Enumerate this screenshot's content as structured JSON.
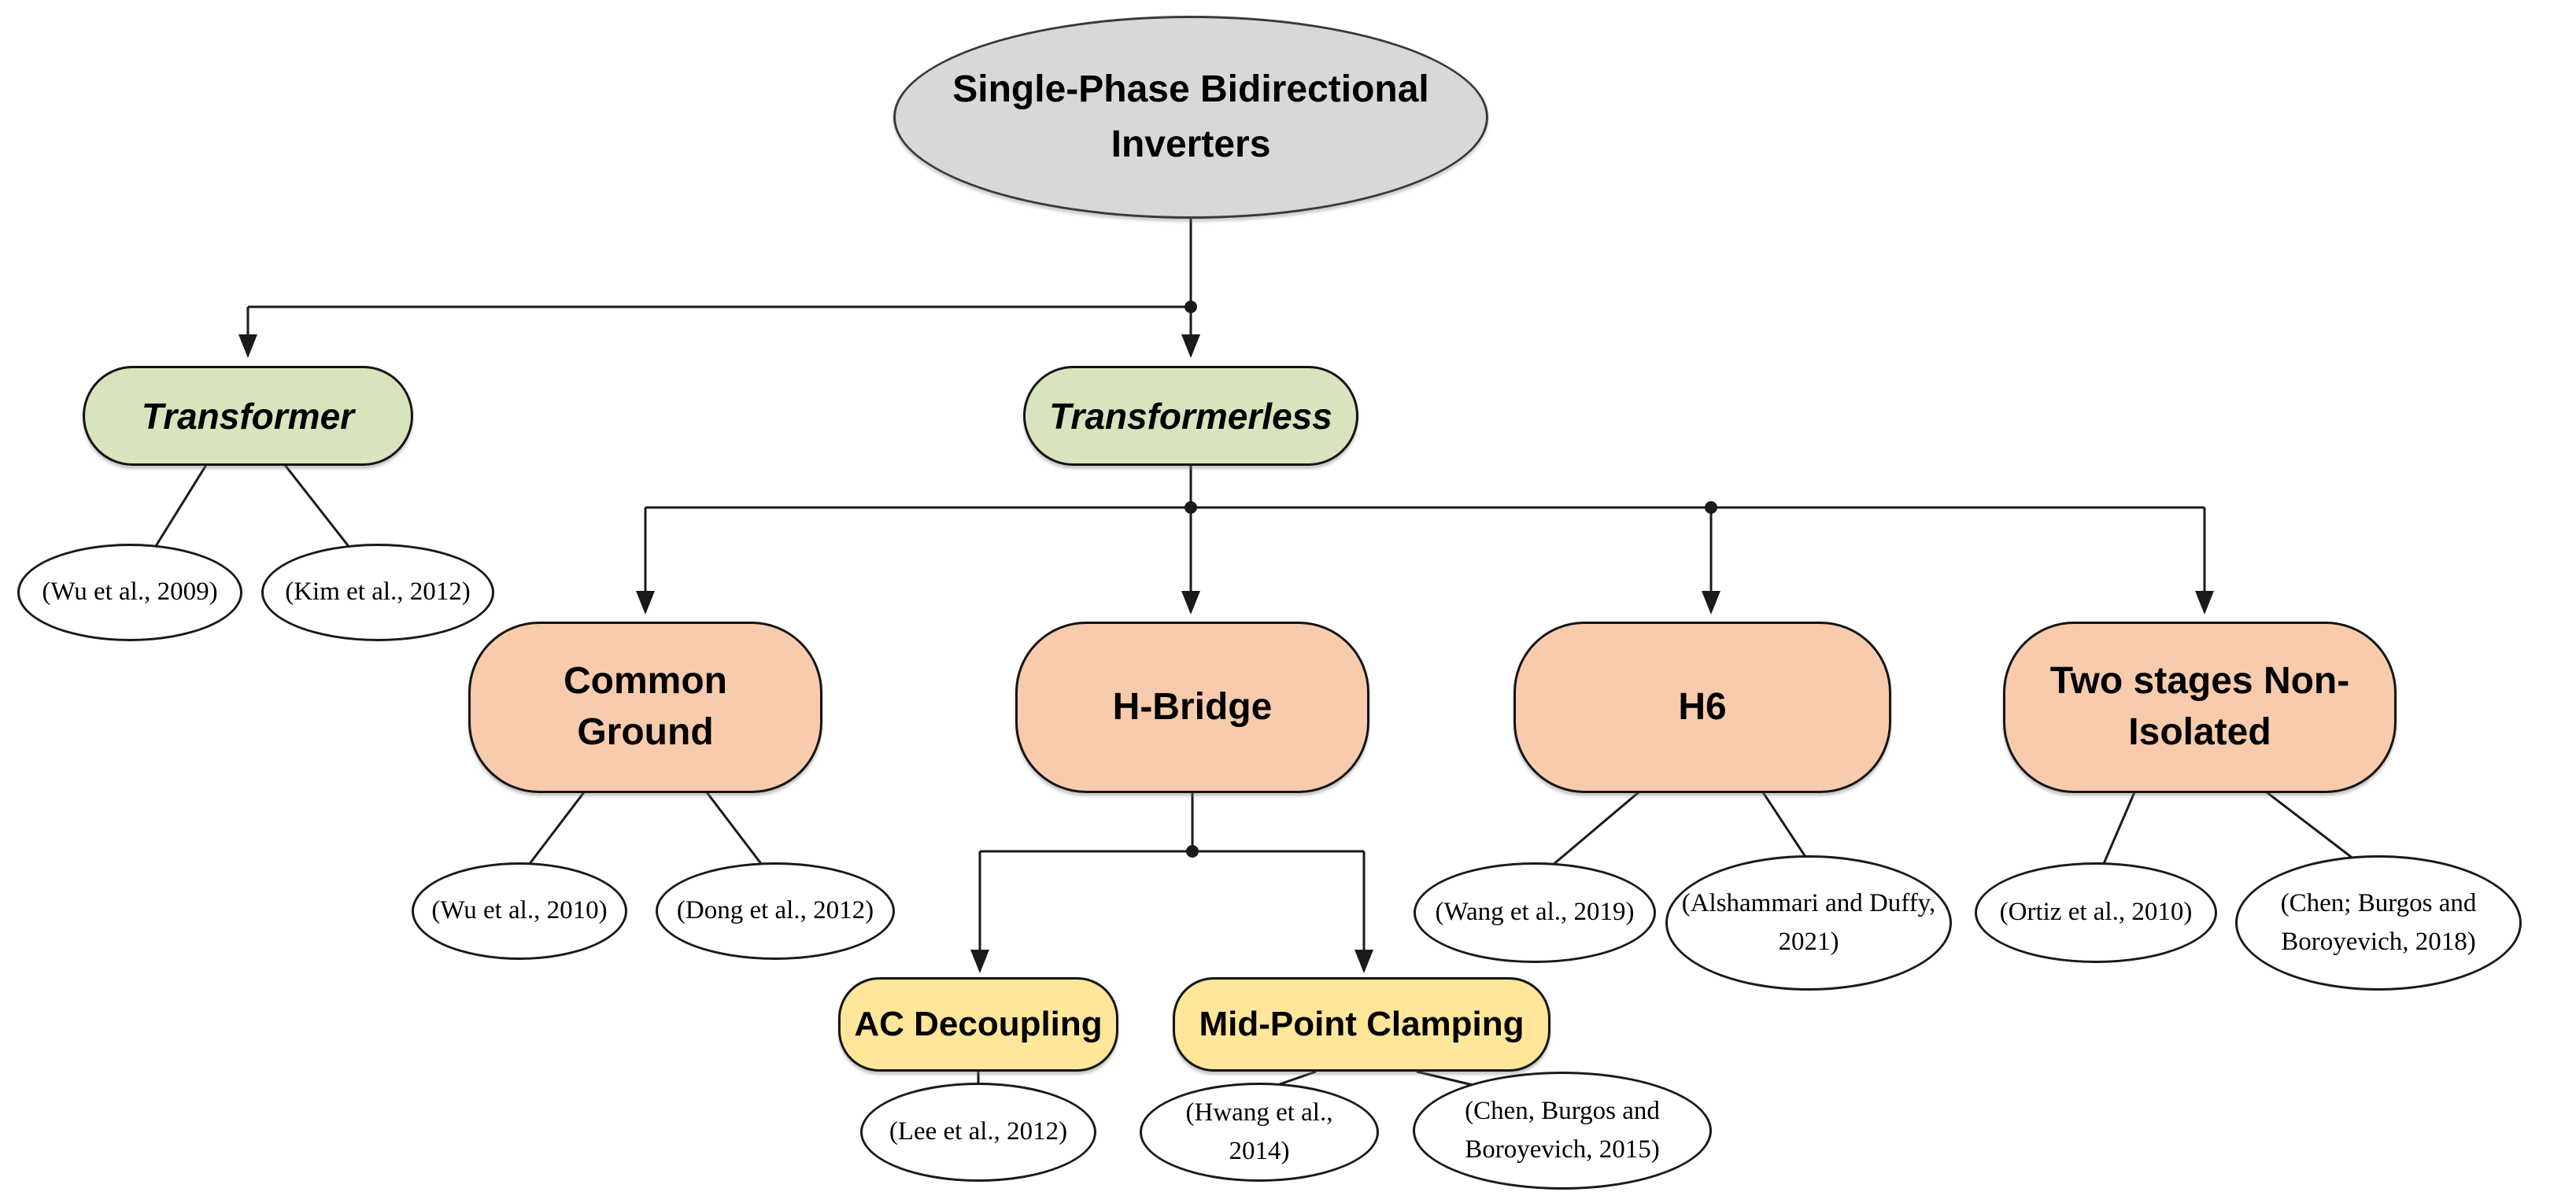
{
  "palette": {
    "root_fill": "#d8d8d8",
    "level1_fill": "#d7e4bd",
    "level2_fill": "#f8cbad",
    "level3_fill": "#ffe699",
    "leaf_fill": "#ffffff",
    "line": "#1a1a1a"
  },
  "nodes": {
    "root": {
      "label": "Single-Phase Bidirectional Inverters"
    },
    "transformer": {
      "label": "Transformer"
    },
    "transformerless": {
      "label": "Transformerless"
    },
    "common_ground": {
      "label": "Common Ground"
    },
    "h_bridge": {
      "label": "H-Bridge"
    },
    "h6": {
      "label": "H6"
    },
    "two_stages_non_isolated": {
      "label": "Two stages Non-Isolated"
    },
    "ac_decoupling": {
      "label": "AC Decoupling"
    },
    "mid_point_clamping": {
      "label": "Mid-Point Clamping"
    },
    "ref_wu_2009": {
      "label": "(Wu et al., 2009)"
    },
    "ref_kim_2012": {
      "label": "(Kim et al., 2012)"
    },
    "ref_wu_2010": {
      "label": "(Wu et al., 2010)"
    },
    "ref_dong_2012": {
      "label": "(Dong et al., 2012)"
    },
    "ref_lee_2012": {
      "label": "(Lee et al., 2012)"
    },
    "ref_hwang_2014": {
      "label": "(Hwang et al., 2014)"
    },
    "ref_chen_2015": {
      "label": "(Chen, Burgos and Boroyevich, 2015)"
    },
    "ref_wang_2019": {
      "label": "(Wang et al., 2019)"
    },
    "ref_alshammari_2021": {
      "label": "(Alshammari and Duffy, 2021)"
    },
    "ref_ortiz_2010": {
      "label": "(Ortiz et al., 2010)"
    },
    "ref_chen_2018": {
      "label": "(Chen; Burgos and Boroyevich, 2018)"
    }
  }
}
